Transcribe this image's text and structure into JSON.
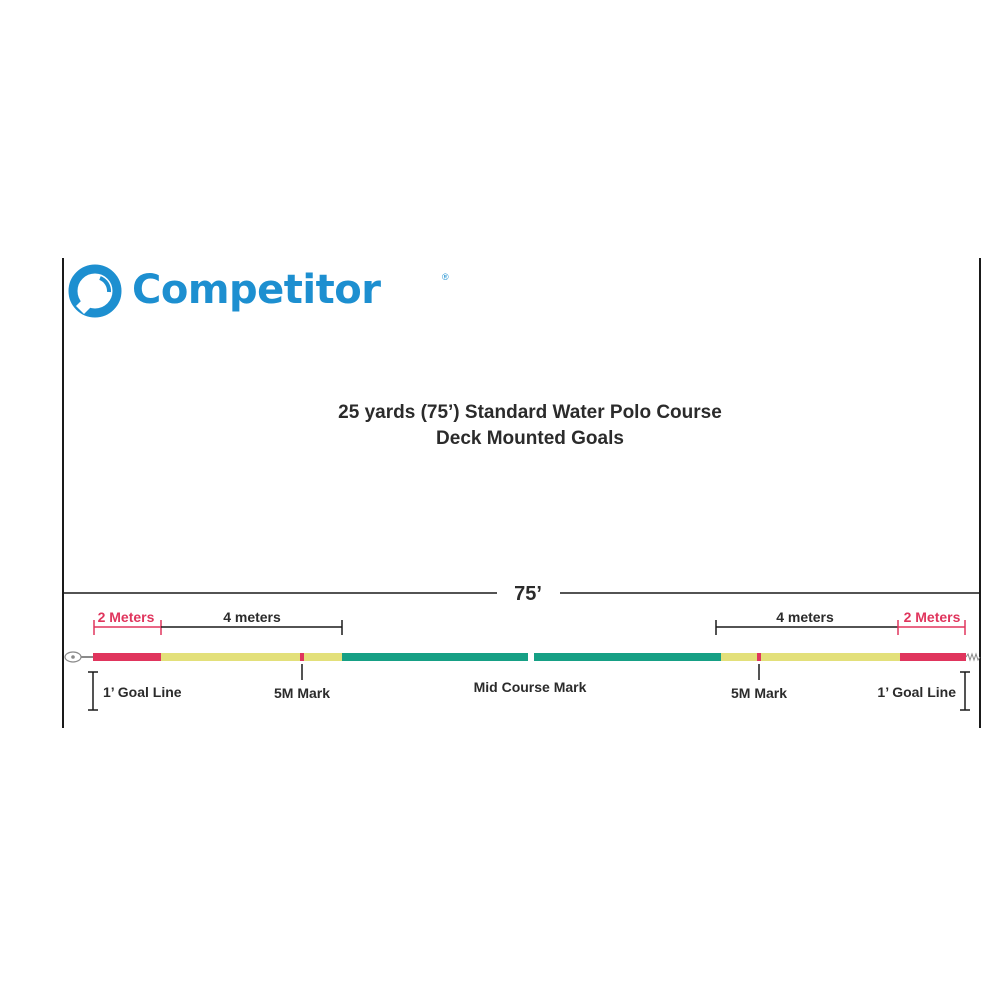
{
  "brand": {
    "name": "Competitor",
    "registered_mark": "®",
    "color": "#1d8fd0"
  },
  "title": {
    "line1": "25 yards (75’) Standard Water Polo Course",
    "line2": "Deck Mounted Goals"
  },
  "course": {
    "total_length_label": "75’",
    "left": {
      "goal_zone_label": "2 Meters",
      "four_meter_label": "4 meters",
      "five_m_mark_label": "5M Mark",
      "goal_line_label": "1’ Goal Line"
    },
    "mid_course_label": "Mid Course Mark",
    "right": {
      "goal_zone_label": "2 Meters",
      "four_meter_label": "4 meters",
      "five_m_mark_label": "5M Mark",
      "goal_line_label": "1’ Goal Line"
    }
  },
  "colors": {
    "red_zone": "#e0355d",
    "yellow_zone": "#e3e07a",
    "green_zone": "#16a085",
    "marker": "#e0355d",
    "dimension_line": "#1a1a1a"
  }
}
